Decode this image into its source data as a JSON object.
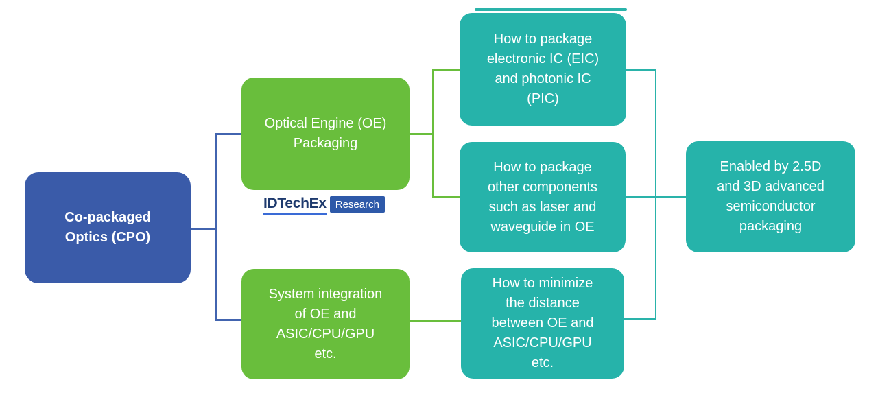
{
  "diagram": {
    "title_concept": "Co-packaged Optics diagram",
    "root": {
      "label": "Co-packaged Optics (CPO)"
    },
    "branches": [
      {
        "label": "Optical Engine (OE) Packaging"
      },
      {
        "label": "System integration of OE and ASIC/CPU/GPU etc."
      }
    ],
    "questions": [
      {
        "label": "How to package electronic IC (EIC) and photonic IC (PIC)"
      },
      {
        "label": "How to package other components such as laser and waveguide in OE"
      },
      {
        "label": "How to minimize the distance between OE and ASIC/CPU/GPU etc."
      }
    ],
    "outcome": {
      "label": "Enabled by 2.5D and 3D advanced semiconductor packaging"
    },
    "colors": {
      "root_blue": "#3A5BA9",
      "blue_line": "#4264AF",
      "branch_green": "#69BE3C",
      "question_teal": "#26B3AA",
      "teal_line": "#2AB3AA",
      "text": "#FFFFFF"
    }
  },
  "logo": {
    "brand": "IDTechEx",
    "label": "Research",
    "brand_color": "#1E3A6E",
    "underline_color": "#3A6BD6",
    "label_bg": "#2E59A9"
  }
}
